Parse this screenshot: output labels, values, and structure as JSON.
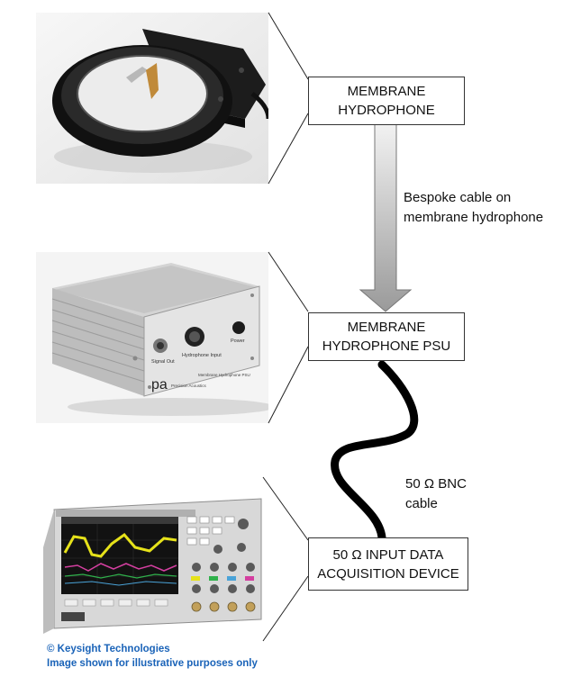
{
  "boxes": {
    "hydrophone": {
      "line1": "MEMBRANE",
      "line2": "HYDROPHONE"
    },
    "psu": {
      "line1": "MEMBRANE",
      "line2": "HYDROPHONE PSU"
    },
    "daq": {
      "line1": "50 Ω INPUT DATA",
      "line2": "ACQUISITION DEVICE"
    }
  },
  "connections": {
    "bespoke": {
      "line1": "Bespoke cable on",
      "line2": "membrane hydrophone"
    },
    "bnc": {
      "line1": "50 Ω BNC",
      "line2": "cable"
    }
  },
  "psu_panel": {
    "signal_out": "Signal Out",
    "hydrophone_input": "Hydrophone Input",
    "power": "Power",
    "logo": "pa",
    "brand": "Precision Acoustics",
    "model": "Membrane Hydrophone PSU"
  },
  "credit": {
    "line1": "© Keysight Technologies",
    "line2": "Image shown for illustrative purposes only"
  },
  "colors": {
    "credit": "#1a63b8",
    "arrow_light": "#e8e8e8",
    "arrow_dark": "#9a9a9a",
    "cable": "#000000"
  }
}
